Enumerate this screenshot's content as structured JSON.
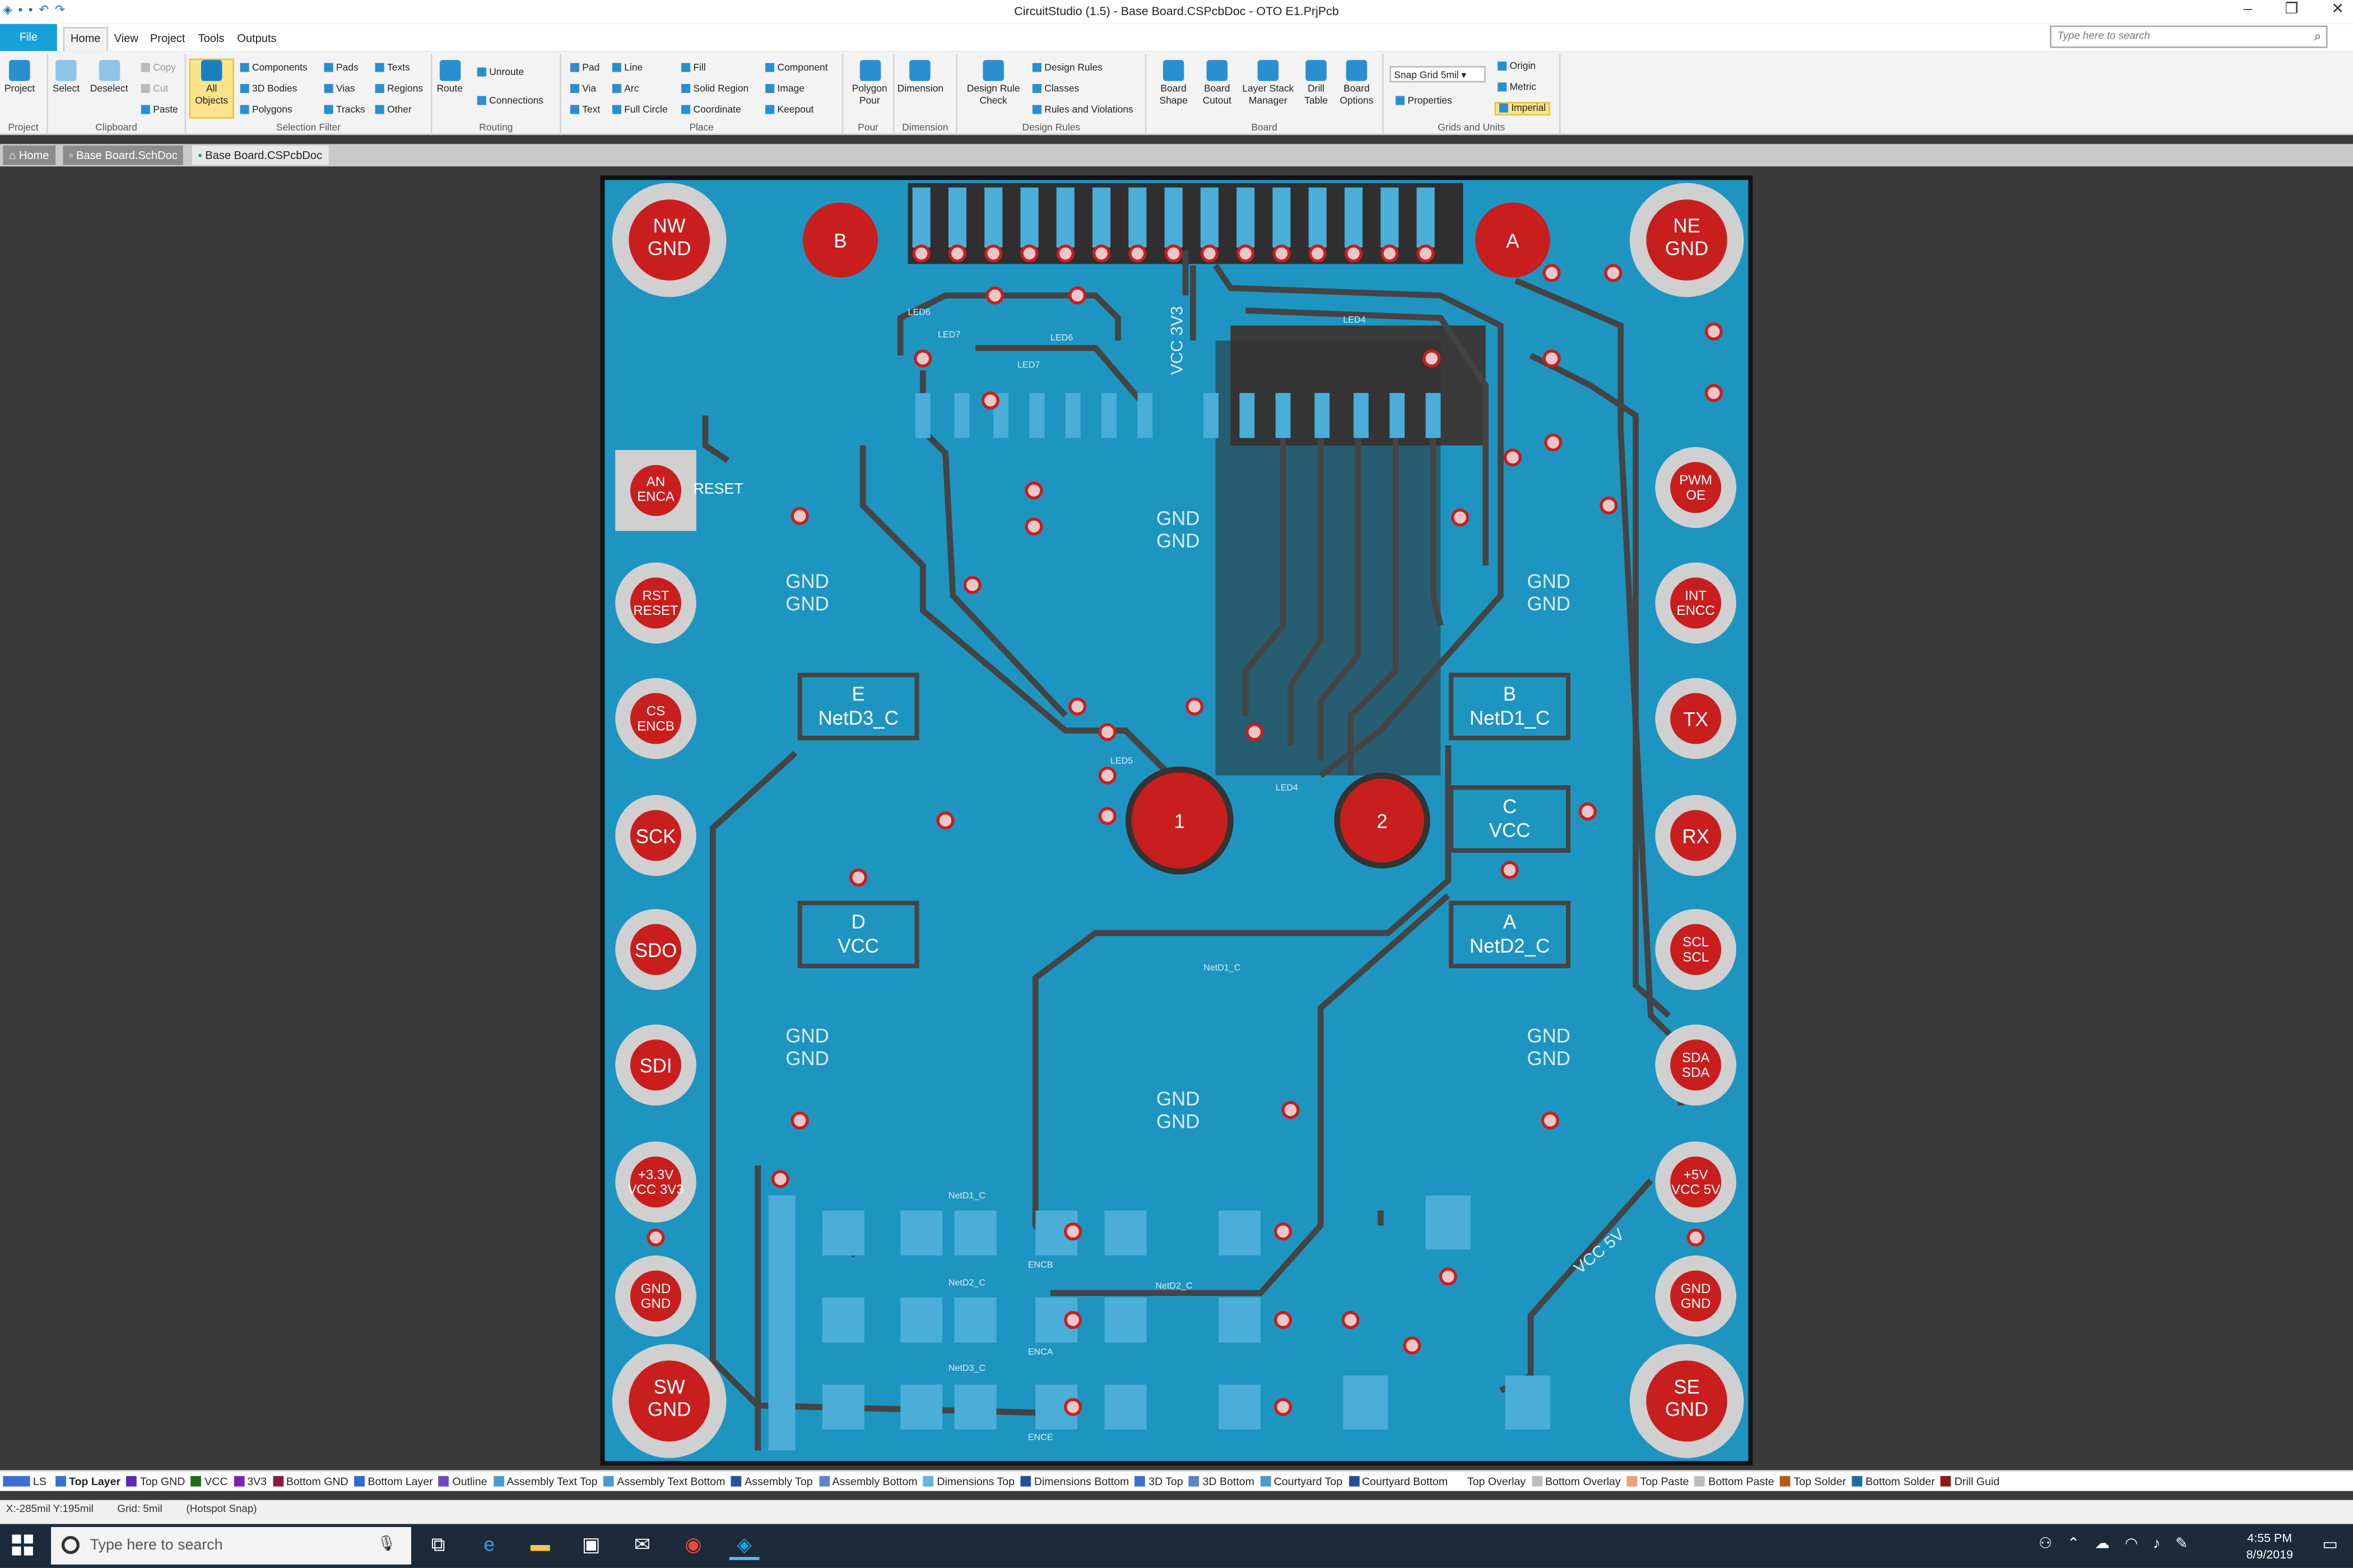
{
  "window": {
    "title": "CircuitStudio (1.5) - Base Board.CSPcbDoc - OTO E1.PrjPcb"
  },
  "menu": {
    "file": "File",
    "tabs": [
      "Home",
      "View",
      "Project",
      "Tools",
      "Outputs"
    ]
  },
  "search": {
    "placeholder": "Type here to search"
  },
  "ribbon": {
    "project": {
      "btn": "Project",
      "label": "Project"
    },
    "clipboard": {
      "select": "Select",
      "deselect": "Deselect",
      "copy": "Copy",
      "cut": "Cut",
      "paste": "Paste",
      "label": "Clipboard"
    },
    "selection": {
      "all": "All Objects",
      "components": "Components",
      "bodies": "3D Bodies",
      "polygons": "Polygons",
      "pads": "Pads",
      "vias": "Vias",
      "tracks": "Tracks",
      "texts": "Texts",
      "regions": "Regions",
      "other": "Other",
      "label": "Selection Filter"
    },
    "routing": {
      "route": "Route",
      "unroute": "Unroute",
      "connections": "Connections",
      "label": "Routing"
    },
    "place": {
      "pad": "Pad",
      "via": "Via",
      "text": "Text",
      "line": "Line",
      "arc": "Arc",
      "fullcircle": "Full Circle",
      "fill": "Fill",
      "solidregion": "Solid Region",
      "coordinate": "Coordinate",
      "component": "Component",
      "image": "Image",
      "keepout": "Keepout",
      "label": "Place"
    },
    "pour": {
      "btn": "Polygon Pour",
      "label": "Pour"
    },
    "dimension": {
      "btn": "Dimension",
      "label": "Dimension"
    },
    "rules": {
      "check": "Design Rule Check",
      "rules": "Design Rules",
      "classes": "Classes",
      "violations": "Rules and Violations",
      "label": "Design Rules"
    },
    "board": {
      "shape": "Board Shape",
      "cutout": "Board Cutout",
      "stack": "Layer Stack Manager",
      "drill": "Drill Table",
      "options": "Board Options",
      "label": "Board"
    },
    "grids": {
      "snap": "Snap Grid",
      "snapval": "5mil",
      "properties": "Properties",
      "origin": "Origin",
      "metric": "Metric",
      "imperial": "Imperial",
      "label": "Grids and Units"
    }
  },
  "doctabs": [
    "Home",
    "Base Board.SchDoc",
    "Base Board.CSPcbDoc"
  ],
  "pcb": {
    "corners": [
      {
        "l1": "NW",
        "l2": "GND"
      },
      {
        "l1": "NE",
        "l2": "GND"
      },
      {
        "l1": "SW",
        "l2": "GND"
      },
      {
        "l1": "SE",
        "l2": "GND"
      }
    ],
    "fiducials": [
      "B",
      "A"
    ],
    "big_pads": [
      "1",
      "2"
    ],
    "left_pads": [
      {
        "l1": "RST",
        "l2": "RESET"
      },
      {
        "l1": "CS",
        "l2": "ENCB"
      },
      {
        "l1": "SCK",
        "l2": ""
      },
      {
        "l1": "SDO",
        "l2": ""
      },
      {
        "l1": "SDI",
        "l2": ""
      },
      {
        "l1": "+3.3V",
        "l2": "VCC 3V3"
      },
      {
        "l1": "GND",
        "l2": "GND"
      }
    ],
    "right_pads": [
      {
        "l1": "PWM",
        "l2": "OE"
      },
      {
        "l1": "INT",
        "l2": "ENCC"
      },
      {
        "l1": "TX",
        "l2": ""
      },
      {
        "l1": "RX",
        "l2": ""
      },
      {
        "l1": "SCL",
        "l2": "SCL"
      },
      {
        "l1": "SDA",
        "l2": "SDA"
      },
      {
        "l1": "+5V",
        "l2": "VCC 5V"
      },
      {
        "l1": "GND",
        "l2": "GND"
      }
    ],
    "an_pad": {
      "l1": "AN",
      "l2": "ENCA",
      "side": "RESET"
    },
    "blocks": [
      {
        "l1": "E",
        "l2": "NetD3_C"
      },
      {
        "l1": "B",
        "l2": "NetD1_C"
      },
      {
        "l1": "C",
        "l2": "VCC"
      },
      {
        "l1": "D",
        "l2": "VCC"
      },
      {
        "l1": "A",
        "l2": "NetD2_C"
      }
    ],
    "gnd_labels": [
      "GND",
      "GND"
    ],
    "vcc_label": "VCC 3V3",
    "vcc5_label": "VCC 5V"
  },
  "layers": [
    {
      "name": "Top Layer",
      "color": "#3a6fd0",
      "active": true
    },
    {
      "name": "Top GND",
      "color": "#5a2db5"
    },
    {
      "name": "VCC",
      "color": "#1b6e1b"
    },
    {
      "name": "3V3",
      "color": "#7d20b5"
    },
    {
      "name": "Bottom GND",
      "color": "#8a1a3a"
    },
    {
      "name": "Bottom Layer",
      "color": "#2e6bd0"
    },
    {
      "name": "Outline",
      "color": "#6f48c2"
    },
    {
      "name": "Assembly Text Top",
      "color": "#4a9ad0"
    },
    {
      "name": "Assembly Text Bottom",
      "color": "#4a9ad0"
    },
    {
      "name": "Assembly Top",
      "color": "#2a4fa0"
    },
    {
      "name": "Assembly Bottom",
      "color": "#5a86c8"
    },
    {
      "name": "Dimensions Top",
      "color": "#5fb8d8"
    },
    {
      "name": "Dimensions Bottom",
      "color": "#224f9a"
    },
    {
      "name": "3D Top",
      "color": "#3a6fd0"
    },
    {
      "name": "3D Bottom",
      "color": "#5a86c8"
    },
    {
      "name": "Courtyard Top",
      "color": "#4a9ad0"
    },
    {
      "name": "Courtyard Bottom",
      "color": "#224f9a"
    },
    {
      "name": "Top Overlay",
      "color": "#ffffff"
    },
    {
      "name": "Bottom Overlay",
      "color": "#bdbdbd"
    },
    {
      "name": "Top Paste",
      "color": "#e8a07a"
    },
    {
      "name": "Bottom Paste",
      "color": "#bdbdbd"
    },
    {
      "name": "Top Solder",
      "color": "#b55a1a"
    },
    {
      "name": "Bottom Solder",
      "color": "#1a6fa0"
    },
    {
      "name": "Drill Guid",
      "color": "#8a1a1a"
    }
  ],
  "layer_prefix": "LS",
  "status": {
    "coords": "X:-285mil Y:195mil",
    "grid": "Grid: 5mil",
    "snap": "(Hotspot Snap)"
  },
  "taskbar": {
    "search": "Type here to search",
    "time": "4:55 PM",
    "date": "8/9/2019"
  },
  "colors": {
    "board": "#1e95c0",
    "track": "#444444",
    "pad": "#c81e1e",
    "pad_ring": "#d0d0d0",
    "accent": "#17a1d8"
  }
}
